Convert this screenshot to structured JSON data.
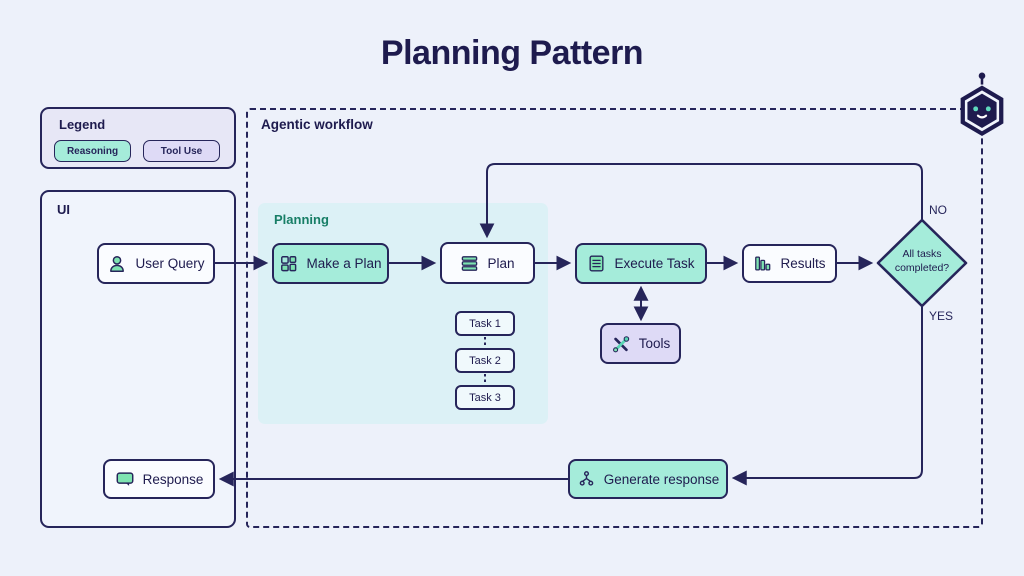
{
  "title": "Planning Pattern",
  "legend": {
    "title": "Legend",
    "reasoning_label": "Reasoning",
    "tool_use_label": "Tool Use"
  },
  "ui_panel": {
    "title": "UI",
    "user_query_label": "User Query",
    "response_label": "Response"
  },
  "workflow": {
    "title": "Agentic workflow",
    "planning": {
      "label": "Planning",
      "tasks": [
        "Task 1",
        "Task 2",
        "Task 3"
      ]
    },
    "make_a_plan_label": "Make a Plan",
    "plan_label": "Plan",
    "execute_task_label": "Execute Task",
    "results_label": "Results",
    "tools_label": "Tools",
    "generate_response_label": "Generate response",
    "decision": {
      "question": "All tasks completed?",
      "no_label": "NO",
      "yes_label": "YES"
    }
  },
  "colors": {
    "background": "#edf1fa",
    "ink": "#26255a",
    "reasoning_fill": "#a5ecda",
    "tool_use_fill": "#dedaf6",
    "planning_region_fill": "#dcf1f6",
    "planning_label_color": "#177e66",
    "node_fill": "#fafcff",
    "icon_green": "#7ee3b1"
  }
}
